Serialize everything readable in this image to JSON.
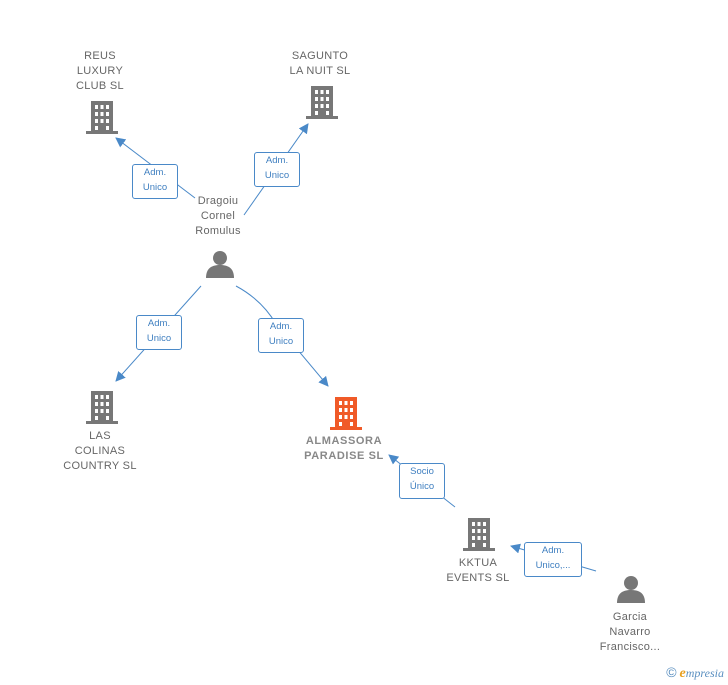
{
  "colors": {
    "edge": "#4a89c8",
    "company": "#777777",
    "focus_company": "#f05a28",
    "person": "#777777"
  },
  "nodes": {
    "reus": {
      "lines": [
        "REUS",
        "LUXURY",
        "CLUB  SL"
      ],
      "icon": "building-icon"
    },
    "sagunto": {
      "lines": [
        "SAGUNTO",
        "LA NUIT  SL"
      ],
      "icon": "building-icon"
    },
    "dragoiu": {
      "lines": [
        "Dragoiu",
        "Cornel",
        "Romulus"
      ],
      "icon": "person-icon"
    },
    "colinas": {
      "lines": [
        "LAS",
        "COLINAS",
        "COUNTRY  SL"
      ],
      "icon": "building-icon"
    },
    "almassora": {
      "lines": [
        "ALMASSORA",
        "PARADISE  SL"
      ],
      "icon": "building-icon"
    },
    "kktua": {
      "lines": [
        "KKTUA",
        "EVENTS  SL"
      ],
      "icon": "building-icon"
    },
    "garcia": {
      "lines": [
        "Garcia",
        "Navarro",
        "Francisco..."
      ],
      "icon": "person-icon"
    }
  },
  "edges": {
    "reus": [
      "Adm.",
      "Unico"
    ],
    "sagunto": [
      "Adm.",
      "Unico"
    ],
    "colinas": [
      "Adm.",
      "Unico"
    ],
    "almassora": [
      "Adm.",
      "Unico"
    ],
    "kktua_almassora": [
      "Socio",
      "Único"
    ],
    "garcia_kktua": [
      "Adm.",
      "Unico,..."
    ]
  },
  "footer": {
    "copyright": "©",
    "brand_initial": "e",
    "brand_rest": "mpresia"
  }
}
